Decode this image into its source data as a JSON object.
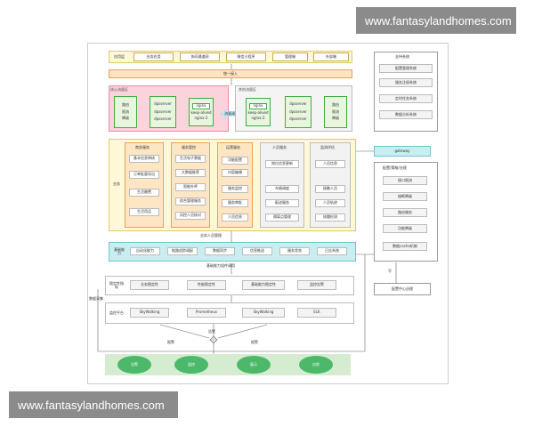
{
  "watermark_top": "www.fantasylandhomes.com",
  "watermark_bottom": "www.fantasylandhomes.com",
  "top": {
    "label": "应用层",
    "apps": [
      "业务应用",
      "协同通道网",
      "微信小程序",
      "管理端",
      "外部端"
    ],
    "unified_entry": "统一接入"
  },
  "core_zone": {
    "title": "核心流量区",
    "left_group": [
      "路由",
      "限流",
      "降级"
    ],
    "services": [
      "dpsserver",
      "dpsserver",
      "dpsserver"
    ],
    "nginx": "nginx",
    "keepalived": "keep-alived",
    "nginx_small": "nginx-2"
  },
  "dispatch": "流量调度",
  "other_zone": {
    "title": "其他流量区",
    "nginx": "nginx",
    "keepalived": "keep-alived",
    "nginx_small": "nginx-2",
    "services": [
      "dpsserver",
      "dpsserver",
      "dpsserver"
    ],
    "right_group": [
      "路由",
      "限流",
      "降级"
    ]
  },
  "business": {
    "label": "业务",
    "cols": [
      {
        "title": "商务服务",
        "items": [
          "基本信息审核",
          "订单批量导出",
          "生活缴费",
          "生活用品"
        ]
      },
      {
        "title": "服务管控",
        "items": [
          "生活电子票据",
          "大数据推荐",
          "智能外呼",
          "综合管理服务",
          "风控人员核对"
        ]
      },
      {
        "title": "运营服务",
        "items": [
          "功能配置",
          "内容编辑",
          "服务监控",
          "服务审批",
          "人员信息"
        ]
      },
      {
        "title": "人员服务",
        "items": [
          "岗位信息更新",
          "车辆调度",
          "配送服务",
          "隔离点管理"
        ]
      },
      {
        "title": "监测评估",
        "items": [
          "人员信息",
          "接触人员",
          "人员轨迹",
          "核酸检测"
        ]
      }
    ],
    "business_footnote": "业务人员管理"
  },
  "base": {
    "label": "基础能力",
    "items": [
      "自动化能力",
      "链路追踪调配",
      "数据同步",
      "信息推送",
      "服务状态",
      "日志系统"
    ],
    "base_footnote": "基础能力组件调用"
  },
  "right_panel": {
    "title": "支持系统",
    "items": [
      "配置管理系统",
      "服务注册系统",
      "定时任务系统",
      "数据分析系统"
    ],
    "gateway": "gateway",
    "sub_title": "配置/策略/治理",
    "sub_items": [
      "接口限流",
      "熔断降级",
      "路由服务",
      "功能降级",
      "数据cache机制"
    ],
    "center": "配置中心治理",
    "arrow_text": "写"
  },
  "monitor": {
    "metrics_label": "稳定性指标",
    "metrics": [
      "业务稳定性",
      "性能稳定性",
      "基础能力稳定性",
      "监控告警"
    ],
    "platform_label": "监控平台",
    "platform": [
      "SkyWalking",
      "Prometheus",
      "SkyWalking",
      "ELK"
    ],
    "side_label": "数据采集"
  },
  "decision": {
    "left": "报警",
    "top": "告警",
    "right": "报警"
  },
  "bottom_nodes": [
    "告警",
    "监控",
    "展示",
    "自愈"
  ]
}
